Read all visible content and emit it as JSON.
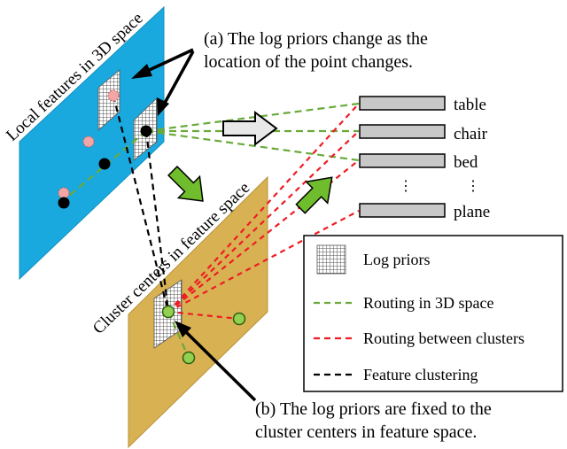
{
  "annotation_a": {
    "line1": "(a) The log priors change as the",
    "line2": "location of the point changes."
  },
  "annotation_b": {
    "line1": "(b) The log priors are fixed to the",
    "line2": "cluster centers in feature space."
  },
  "plane_3d_label": "Local features in 3D space",
  "plane_feature_label": "Cluster centers in feature space",
  "classes": [
    "table",
    "chair",
    "bed",
    "plane"
  ],
  "ellipsis": "⋮",
  "legend": {
    "items": [
      {
        "label": "Log priors",
        "kind": "pattern",
        "color": "#555555"
      },
      {
        "label": "Routing in 3D space",
        "kind": "dash",
        "color": "#6aaa3a"
      },
      {
        "label": "Routing between clusters",
        "kind": "dash",
        "color": "#ee1c24"
      },
      {
        "label": "Feature clustering",
        "kind": "dash",
        "color": "#000000"
      }
    ]
  },
  "colors": {
    "plane_3d": "#19a9df",
    "plane_feature": "#d8b152",
    "green_route": "#6aaa3a",
    "red_route": "#ee1c24",
    "cluster_fill": "#92d050",
    "point_pink": "#f4a6a6",
    "bar_fill": "#c8c8c8",
    "arrow_green": "#6fbd2c"
  }
}
